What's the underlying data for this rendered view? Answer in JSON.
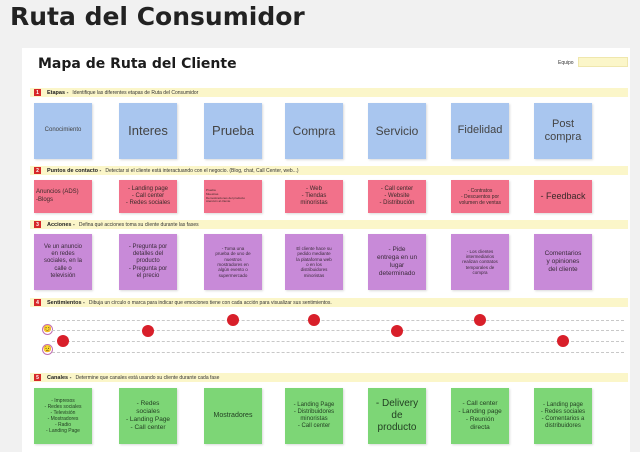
{
  "page_title": "Ruta del Consumidor",
  "board_title": "Mapa de Ruta del Cliente",
  "team_label": "Equipo",
  "sections": [
    {
      "num": "1",
      "label": "Etapas -",
      "desc": "Identifique las diferentes etapas de Ruta del Consumidor"
    },
    {
      "num": "2",
      "label": "Puntos de contacto -",
      "desc": "Detectar si el cliente está interactuando con el negocio. (Blog, chat, Call Center, web...)"
    },
    {
      "num": "3",
      "label": "Acciones -",
      "desc": "Defina qué acciones toma su cliente durante las fases"
    },
    {
      "num": "4",
      "label": "Sentimientos -",
      "desc": "Dibuja un círculo o marca para indicar que emociones tiene con cada acción para visualizar sus sentimientos."
    },
    {
      "num": "5",
      "label": "Canales -",
      "desc": "Determine que canales está usando su cliente durante cada fase"
    }
  ],
  "stages": [
    "Conocimiento",
    "Interes",
    "Prueba",
    "Compra",
    "Servicio",
    "Fidelidad",
    "Post\ncompra"
  ],
  "touchpoints": [
    "Anuncios (ADS)\n-Blogs",
    "- Landing page\n- Call center\n- Redes sociales",
    "Prueba\nMuestras\nDemostraciones del producto\nAtención al cliente",
    "- Web\n- Tiendas\nminoristas",
    "- Call center\n- Website\n- Distribución",
    "- Contratos\n- Descuentos por\nvolumen de ventas",
    "- Feedback"
  ],
  "actions": [
    "Ve un anuncio\nen redes\nsociales, en la\ncalle o\ntelevisión",
    "- Pregunta por\ndetalles del\nproducto\n- Pregunta por\nel precio",
    "- Toma una\nprueba de uno de\nnuestros\nmostradores en\nalgún evento o\nsupermercado",
    "El cliente hace su\npedido mediante\nla plataforma web\no en los\ndistribuidores\nminoristas",
    "- Pide\nentrega en un\nlugar\ndeterminado",
    "- Los clientes\nintermediarios\nrealizan contratos\ntemporales de\ncompra",
    "Comentarios\ny opiniones\ndel cliente"
  ],
  "sentiments": {
    "scale": [
      "😊",
      "😟"
    ],
    "levels": [
      -1,
      0,
      1,
      1,
      0,
      1,
      -1
    ]
  },
  "channels": [
    "- Impresos\n- Redes sociales\n- Televisión\n- Mostradores\n- Radio\n- Landing Page",
    "- Redes\nsociales\n- Landing Page\n- Call center",
    "Mostradores",
    "- Landing Page\n- Distribuidores\nminoristas\n- Call center",
    "- Delivery\nde\nproducto",
    "- Call center\n- Landing page\n- Reunión\ndirecta",
    "- Landing page\n- Redes sociales\n- Comentarios a\ndistribuidores"
  ],
  "colors": {
    "stages": "#a9c6ef",
    "touchpoints": "#f2718a",
    "actions": "#c88ad8",
    "channels": "#7dd676",
    "sentiment_dot": "#d81f2a",
    "section_bar": "#fbf6c9"
  }
}
